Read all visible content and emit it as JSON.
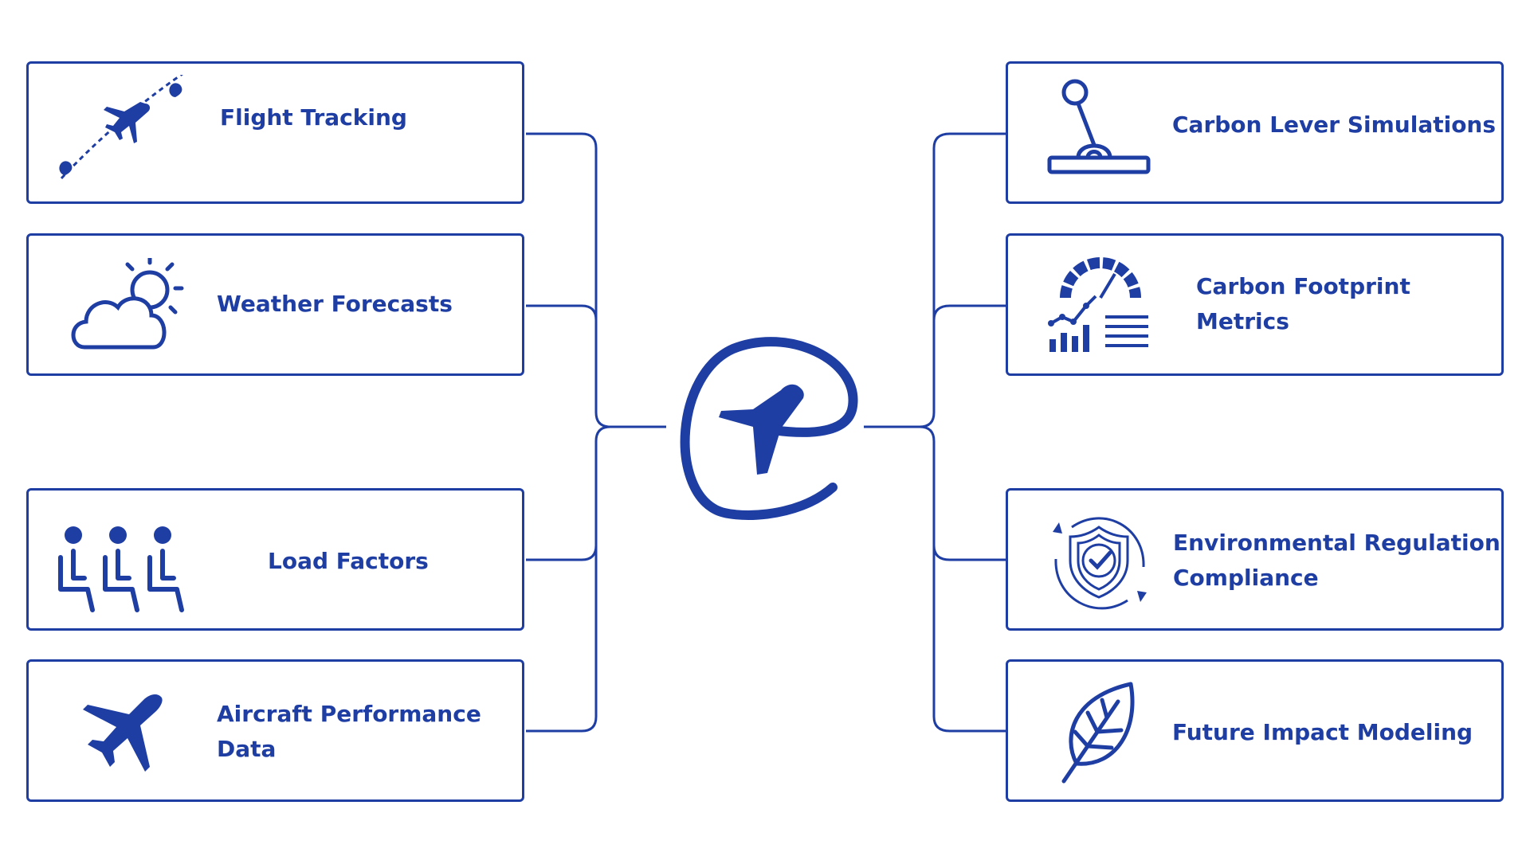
{
  "diagram": {
    "accent_color": "#1f3ea3",
    "center_logo": {
      "icon": "plane-circle-logo"
    },
    "left_inputs": [
      {
        "label_lines": [
          "Flight Tracking"
        ],
        "icon": "flight-path-icon"
      },
      {
        "label_lines": [
          "Weather Forecasts"
        ],
        "icon": "cloud-sun-icon"
      },
      {
        "label_lines": [
          "Load Factors"
        ],
        "icon": "passenger-seats-icon"
      },
      {
        "label_lines": [
          "Aircraft Performance",
          "Data"
        ],
        "icon": "airplane-icon"
      }
    ],
    "right_outputs": [
      {
        "label_lines": [
          "Carbon Lever Simulations"
        ],
        "icon": "lever-icon"
      },
      {
        "label_lines": [
          "Carbon Footprint",
          "Metrics"
        ],
        "icon": "gauge-chart-icon"
      },
      {
        "label_lines": [
          "Environmental Regulation",
          "Compliance"
        ],
        "icon": "shield-check-icon"
      },
      {
        "label_lines": [
          "Future Impact Modeling"
        ],
        "icon": "leaf-icon"
      }
    ]
  }
}
